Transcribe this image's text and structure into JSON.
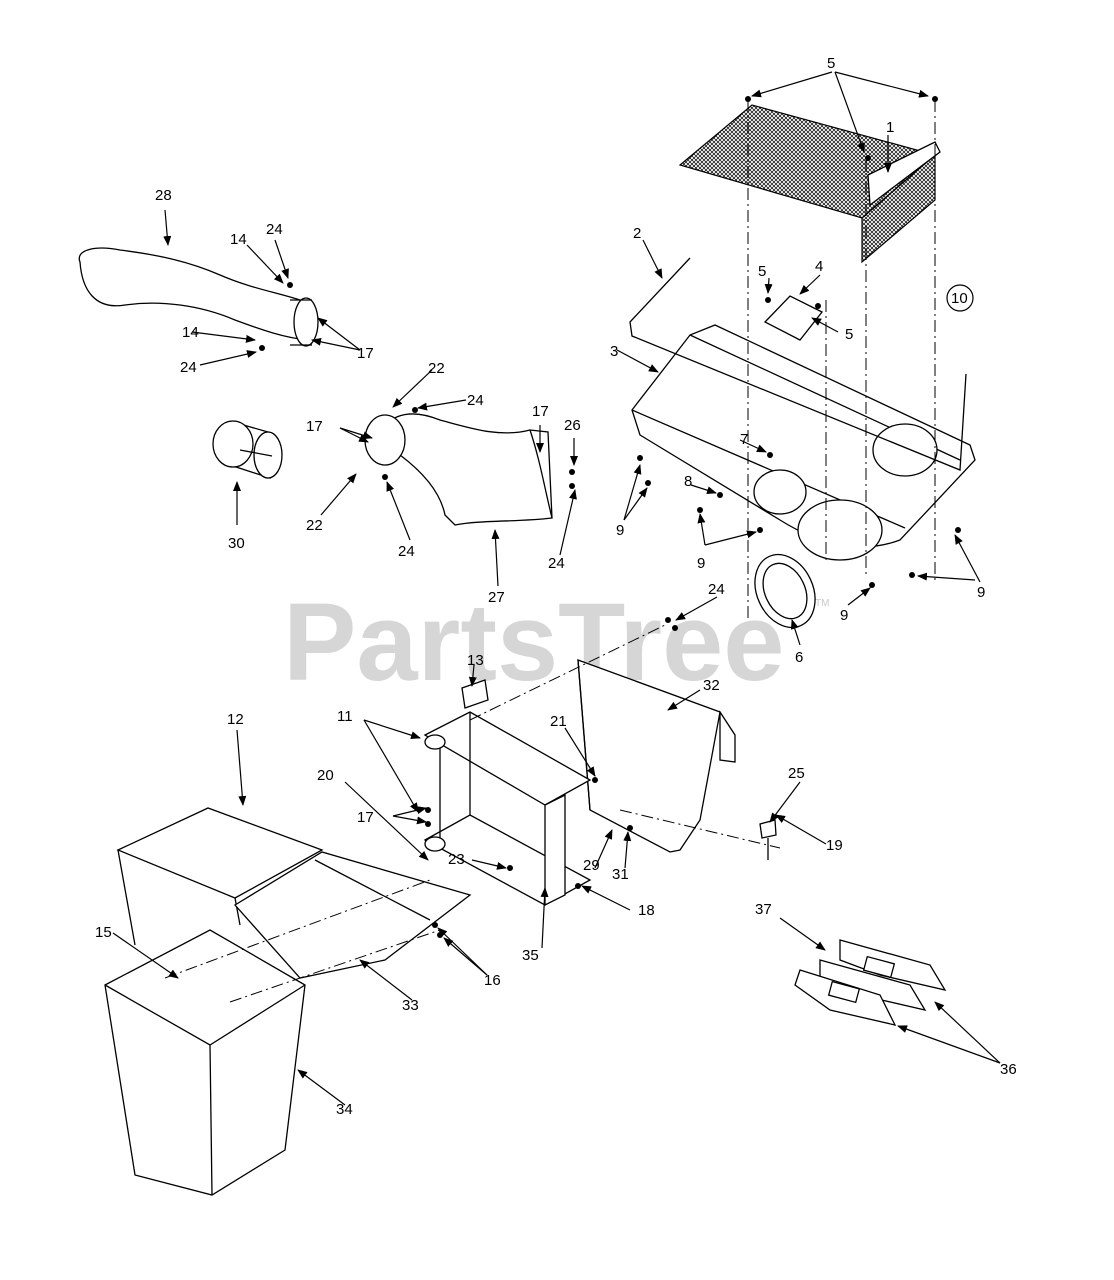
{
  "watermark": {
    "brand": "PartsTree",
    "trademark": "TM"
  },
  "callouts": {
    "c1": "1",
    "c2": "2",
    "c3": "3",
    "c4": "4",
    "c5a": "5",
    "c5b": "5",
    "c5c": "5",
    "c6": "6",
    "c7": "7",
    "c8": "8",
    "c9a": "9",
    "c9b": "9",
    "c9c": "9",
    "c9d": "9",
    "c10": "10",
    "c11": "11",
    "c12": "12",
    "c13": "13",
    "c14a": "14",
    "c14b": "14",
    "c15": "15",
    "c16": "16",
    "c17a": "17",
    "c17b": "17",
    "c17c": "17",
    "c17d": "17",
    "c18": "18",
    "c19": "19",
    "c20": "20",
    "c21": "21",
    "c22a": "22",
    "c22b": "22",
    "c23": "23",
    "c24a": "24",
    "c24b": "24",
    "c24c": "24",
    "c24d": "24",
    "c24e": "24",
    "c24f": "24",
    "c25": "25",
    "c26": "26",
    "c27": "27",
    "c28": "28",
    "c29": "29",
    "c30": "30",
    "c31": "31",
    "c32": "32",
    "c33": "33",
    "c34": "34",
    "c35": "35",
    "c36": "36",
    "c37": "37"
  }
}
